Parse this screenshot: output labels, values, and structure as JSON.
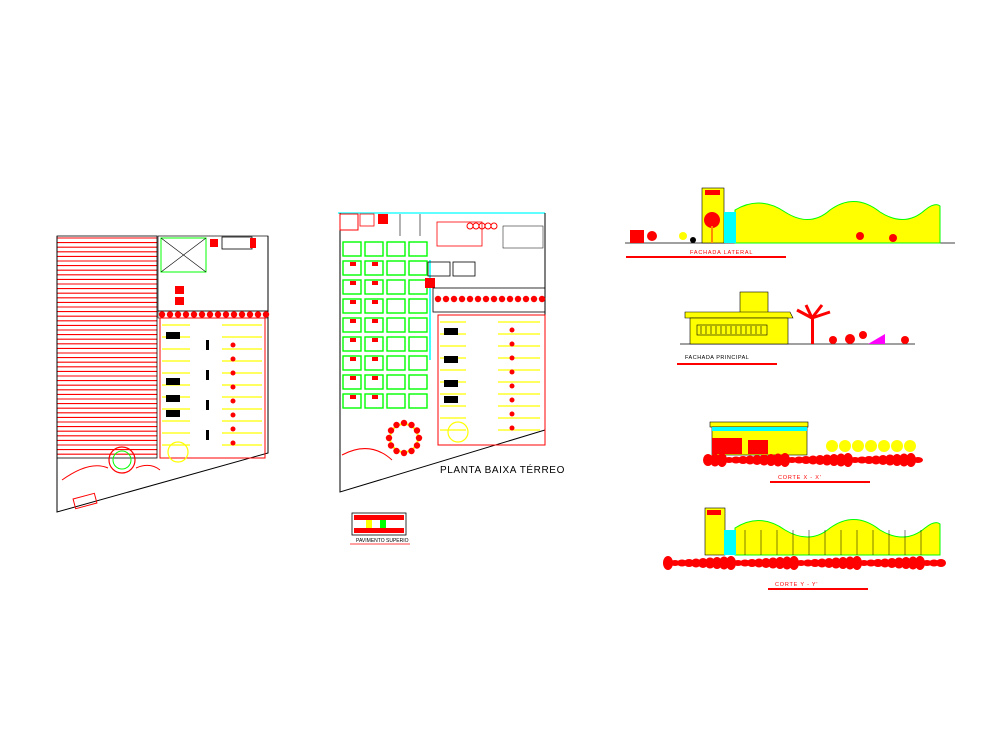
{
  "drawing": {
    "background": "#ffffff",
    "labels": {
      "ground_floor_plan": "PLANTA BAIXA TÉRREO",
      "upper_floor": "PAVIMENTO SUPERIO",
      "side_facade": "FACHADA LATERAL",
      "main_facade": "FACHADA PRINCIPAL",
      "section_x": "CORTE X - X'",
      "section_y": "CORTE Y - Y'"
    },
    "colors": {
      "red": "#ff0000",
      "yellow": "#ffff00",
      "green": "#00ff00",
      "cyan": "#00ffff",
      "black": "#000000",
      "orange": "#ff8c00",
      "magenta": "#ff00ff"
    }
  }
}
